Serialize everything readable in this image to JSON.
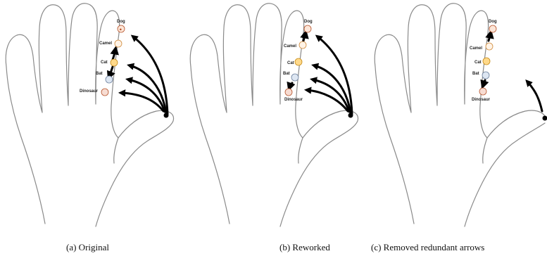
{
  "panels": [
    {
      "id": "a",
      "caption": "(a) Original",
      "items": {
        "dog": "Dog",
        "camel": "Camel",
        "cat": "Cat",
        "bat": "Bat",
        "dinosaur": "Dinosaur"
      }
    },
    {
      "id": "b",
      "caption": "(b) Reworked",
      "items": {
        "dog": "Dog",
        "camel": "Camel",
        "cat": "Cat",
        "bat": "Bat",
        "dinosaur": "Dinosaur"
      }
    },
    {
      "id": "c",
      "caption": "(c) Removed redundant arrows",
      "items": {
        "dog": "Dog",
        "camel": "Camel",
        "cat": "Cat",
        "bat": "Bat",
        "dinosaur": "Dinosaur"
      }
    }
  ],
  "icons": [
    "dog-icon",
    "camel-icon",
    "cat-icon",
    "bat-icon",
    "dinosaur-icon"
  ]
}
